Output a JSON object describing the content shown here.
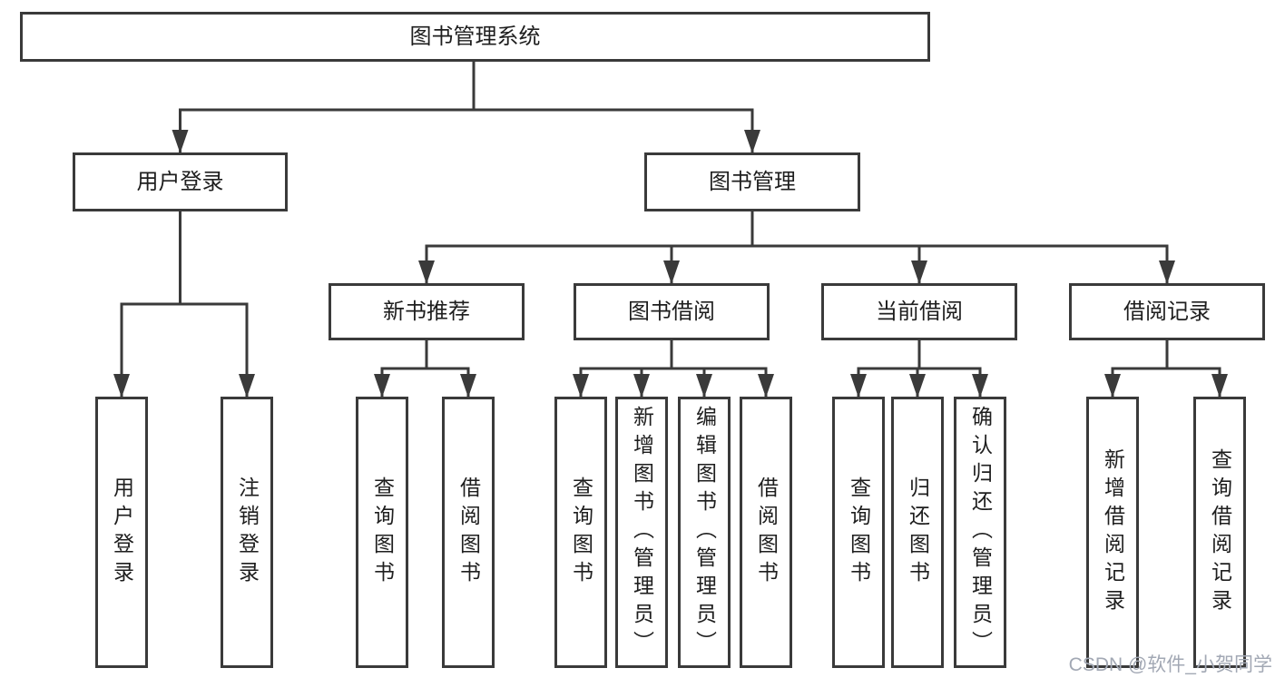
{
  "tree": {
    "label": "图书管理系统",
    "children": [
      {
        "label": "用户登录",
        "children": [
          {
            "label": "用户登录"
          },
          {
            "label": "注销登录"
          }
        ]
      },
      {
        "label": "图书管理",
        "children": [
          {
            "label": "新书推荐",
            "children": [
              {
                "label": "查询图书"
              },
              {
                "label": "借阅图书"
              }
            ]
          },
          {
            "label": "图书借阅",
            "children": [
              {
                "label": "查询图书"
              },
              {
                "label": "新增图书（管理员）"
              },
              {
                "label": "编辑图书（管理员）"
              },
              {
                "label": "借阅图书"
              }
            ]
          },
          {
            "label": "当前借阅",
            "children": [
              {
                "label": "查询图书"
              },
              {
                "label": "归还图书"
              },
              {
                "label": "确认归还（管理员）"
              }
            ]
          },
          {
            "label": "借阅记录",
            "children": [
              {
                "label": "新增借阅记录"
              },
              {
                "label": "查询借阅记录"
              }
            ]
          }
        ]
      }
    ]
  },
  "watermark": {
    "text": "CSDN @软件_小贺同学"
  },
  "colors": {
    "line": "#3a3a3a",
    "box_border": "#3a3a3a",
    "box_fill": "#ffffff",
    "text": "#1e1e1e",
    "watermark": "#a2a8b4",
    "background": "#ffffff"
  }
}
